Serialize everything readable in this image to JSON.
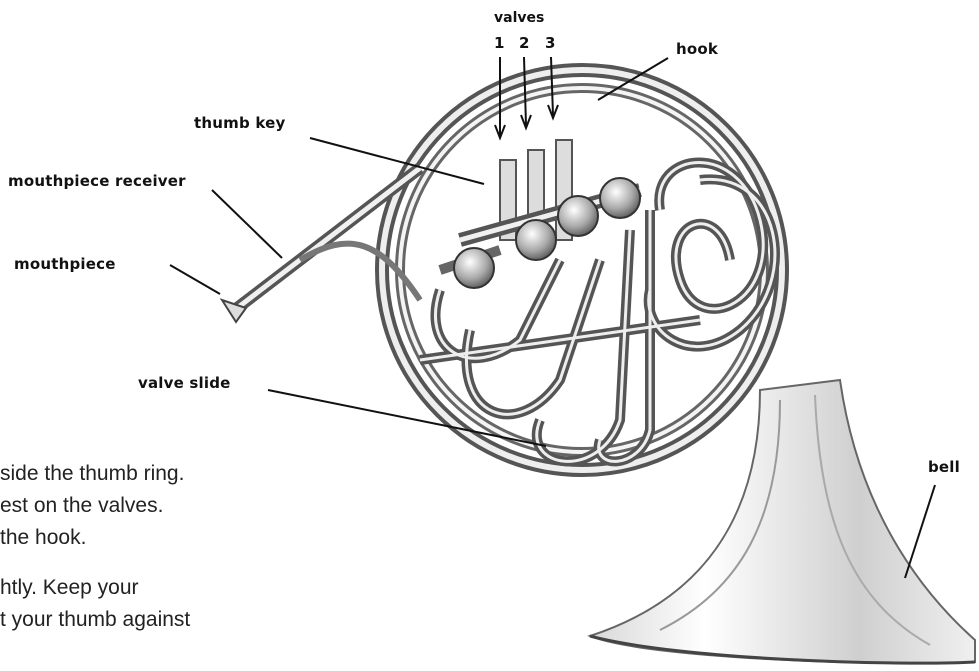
{
  "labels": {
    "valves": "valves",
    "valve_numbers": [
      "1",
      "2",
      "3"
    ],
    "hook": "hook",
    "thumb_key": "thumb key",
    "mouthpiece_receiver": "mouthpiece receiver",
    "mouthpiece": "mouthpiece",
    "valve_slide": "valve slide",
    "bell": "bell"
  },
  "body_text": [
    "side the thumb ring.",
    "est on the valves.",
    "the hook.",
    "htly.  Keep your",
    "t your thumb against"
  ]
}
